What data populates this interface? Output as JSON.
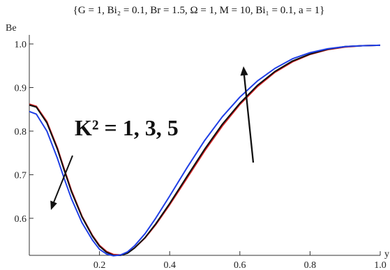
{
  "chart_data": {
    "type": "line",
    "title": "{G = 1, Bi₂ = 0.1, Br = 1.5, Ω = 1, M = 10, Bi₁ = 0.1, a = 1}",
    "xlabel": "y",
    "ylabel": "Be",
    "xlim": [
      0,
      1.0
    ],
    "ylim": [
      0.515,
      1.0
    ],
    "xticks": [
      0.2,
      0.4,
      0.6,
      0.8,
      1.0
    ],
    "xtick_labels": [
      "0.2",
      "0.4",
      "0.6",
      "0.8",
      "1.0"
    ],
    "yticks": [
      0.6,
      0.7,
      0.8,
      0.9,
      1.0
    ],
    "ytick_labels": [
      "0.6",
      "0.7",
      "0.8",
      "0.9",
      "1.0"
    ],
    "grid": false,
    "annotation": "K² = 1, 3, 5",
    "series": [
      {
        "color": "#d42020",
        "x": [
          0,
          0.02,
          0.05,
          0.08,
          0.1,
          0.12,
          0.15,
          0.18,
          0.2,
          0.22,
          0.24,
          0.26,
          0.28,
          0.3,
          0.33,
          0.36,
          0.4,
          0.45,
          0.5,
          0.55,
          0.6,
          0.65,
          0.7,
          0.75,
          0.8,
          0.85,
          0.9,
          0.95,
          1.0
        ],
        "values": [
          0.862,
          0.857,
          0.822,
          0.762,
          0.712,
          0.664,
          0.605,
          0.561,
          0.538,
          0.524,
          0.517,
          0.516,
          0.521,
          0.532,
          0.555,
          0.585,
          0.631,
          0.693,
          0.755,
          0.812,
          0.861,
          0.902,
          0.935,
          0.959,
          0.976,
          0.987,
          0.993,
          0.996,
          0.997
        ]
      },
      {
        "color": "#111111",
        "x": [
          0,
          0.02,
          0.05,
          0.08,
          0.1,
          0.12,
          0.15,
          0.18,
          0.2,
          0.22,
          0.24,
          0.26,
          0.28,
          0.3,
          0.33,
          0.36,
          0.4,
          0.45,
          0.5,
          0.55,
          0.6,
          0.65,
          0.7,
          0.75,
          0.8,
          0.85,
          0.9,
          0.95,
          1.0
        ],
        "values": [
          0.86,
          0.855,
          0.819,
          0.759,
          0.709,
          0.661,
          0.603,
          0.559,
          0.536,
          0.522,
          0.515,
          0.515,
          0.52,
          0.532,
          0.556,
          0.587,
          0.634,
          0.697,
          0.759,
          0.816,
          0.864,
          0.905,
          0.937,
          0.961,
          0.977,
          0.988,
          0.994,
          0.996,
          0.997
        ]
      },
      {
        "color": "#1f3fe6",
        "x": [
          0,
          0.02,
          0.05,
          0.08,
          0.1,
          0.12,
          0.15,
          0.18,
          0.2,
          0.22,
          0.24,
          0.26,
          0.28,
          0.3,
          0.33,
          0.36,
          0.4,
          0.45,
          0.5,
          0.55,
          0.6,
          0.65,
          0.7,
          0.75,
          0.8,
          0.85,
          0.9,
          0.95,
          1.0
        ],
        "values": [
          0.845,
          0.839,
          0.8,
          0.738,
          0.69,
          0.645,
          0.59,
          0.55,
          0.529,
          0.518,
          0.514,
          0.516,
          0.523,
          0.537,
          0.565,
          0.6,
          0.651,
          0.717,
          0.779,
          0.833,
          0.878,
          0.915,
          0.944,
          0.966,
          0.98,
          0.989,
          0.994,
          0.996,
          0.997
        ]
      }
    ]
  }
}
